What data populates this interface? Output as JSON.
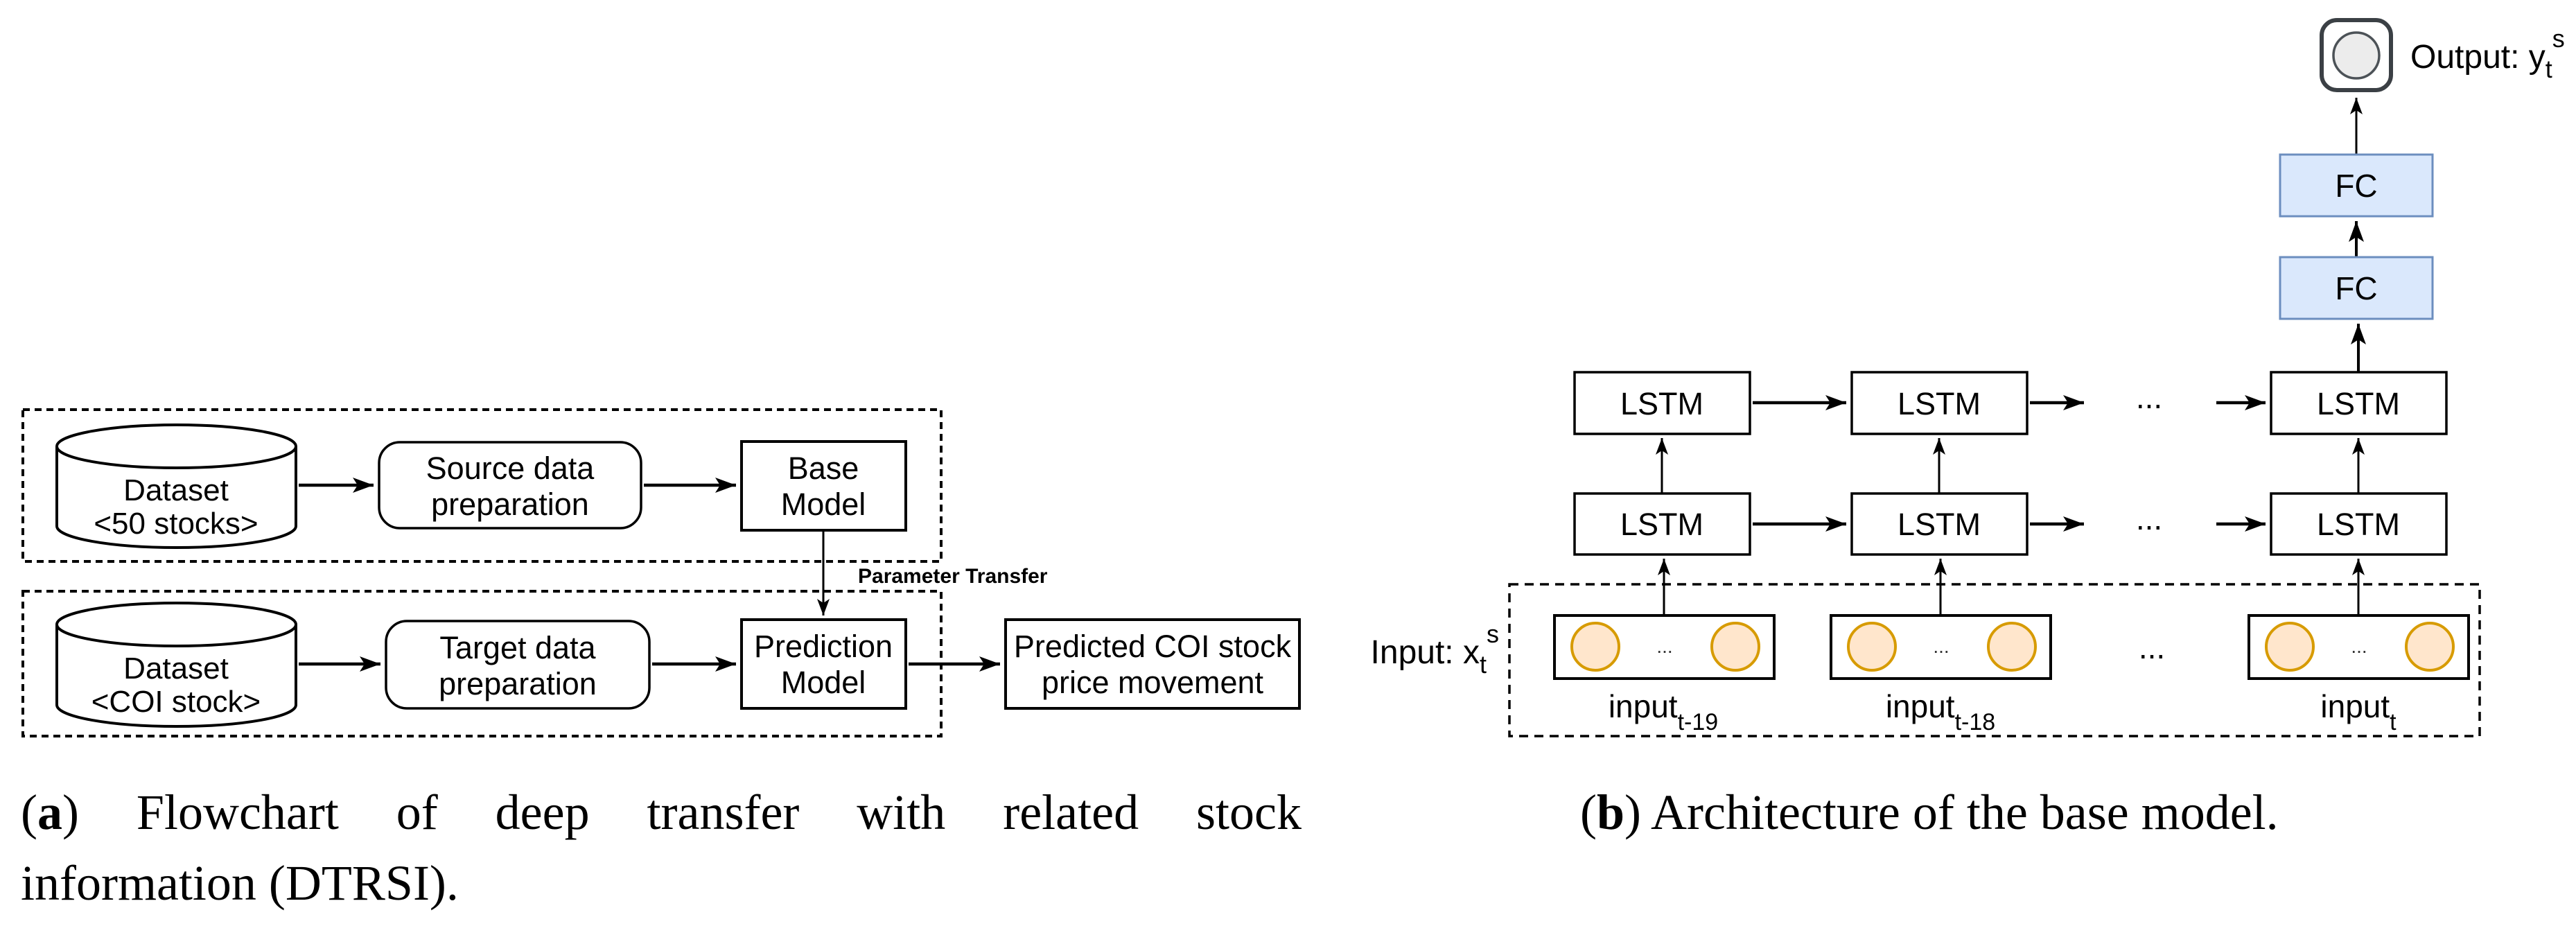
{
  "panel_a": {
    "caption": {
      "marker": "a",
      "line1": "Flowchart of deep transfer with related stock",
      "line2": "information (DTRSI)."
    },
    "source_group": {
      "dataset": {
        "line1": "Dataset",
        "line2": "<50 stocks>"
      },
      "prep": {
        "line1": "Source data",
        "line2": "preparation"
      },
      "model": {
        "line1": "Base",
        "line2": "Model"
      }
    },
    "target_group": {
      "dataset": {
        "line1": "Dataset",
        "line2": "<COI stock>"
      },
      "prep": {
        "line1": "Target data",
        "line2": "preparation"
      },
      "model": {
        "line1": "Prediction",
        "line2": "Model"
      }
    },
    "transfer_label": "Parameter Transfer",
    "result_box": {
      "line1": "Predicted COI stock",
      "line2": "price movement"
    }
  },
  "panel_b": {
    "caption": {
      "marker": "b",
      "line1": "Architecture of the base model."
    },
    "output_label": {
      "base": "Output: y",
      "sub": "t",
      "sup": "s"
    },
    "input_label": {
      "base": "Input: x",
      "sub": "t",
      "sup": "s"
    },
    "fc_label": "FC",
    "lstm_label": "LSTM",
    "row_ellipsis": "...",
    "neuron_ellipsis": "...",
    "inputs": [
      {
        "base": "input",
        "sub": "t-19"
      },
      {
        "base": "input",
        "sub": "t-18"
      },
      {
        "base": "input",
        "sub": "t"
      }
    ],
    "colors": {
      "fc_fill": "#dae8fc",
      "fc_border": "#6c8ebf",
      "neuron_fill": "#ffe6cc",
      "neuron_border": "#d79b00",
      "output_node_fill": "#ececec",
      "output_node_border": "#3b4045"
    }
  }
}
